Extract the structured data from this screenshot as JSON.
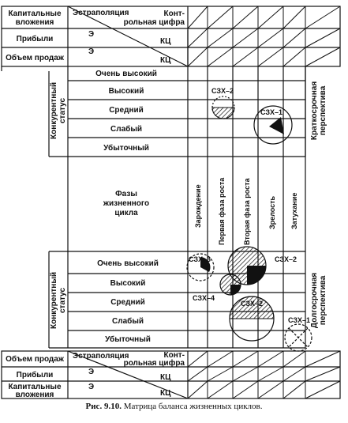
{
  "top_rows": {
    "capital": "Капитальные вложения",
    "profit": "Прибыли",
    "sales": "Объем продаж",
    "extrapolation": "Эстраполяция",
    "control_figure": "Конт- рольная цифра",
    "e_mark": "Э",
    "kc_mark": "КЦ"
  },
  "top_matrix": {
    "side_label": "Конкурентный статус",
    "rows": [
      "Очень высокий",
      "Высокий",
      "Средний",
      "Слабый",
      "Убыточный"
    ],
    "perspective": "Краткосрочная перспектива",
    "circle_labels": [
      "СЗХ–2",
      "СЗХ–1"
    ]
  },
  "phases": {
    "title": "Фазы жизненного цикла",
    "columns": [
      "Зарождение",
      "Первая фаза роста",
      "Вторая фаза роста",
      "Зрелость",
      "Затухание"
    ]
  },
  "bottom_matrix": {
    "side_label": "Конкурентный статус",
    "rows": [
      "Очень высокий",
      "Высокий",
      "Средний",
      "Слабый",
      "Убыточный"
    ],
    "perspective": "Долгосрочная перспектива",
    "circle_labels": [
      "СЗХ–3",
      "СЗХ–2",
      "СЗХ–4",
      "СЗХ–2",
      "СЗХ–1"
    ]
  },
  "bottom_rows": {
    "sales": "Объем продаж",
    "profit": "Прибыли",
    "capital": "Капитальные вложения",
    "extrapolation": "Эстраполяция",
    "control_figure": "Конт- рольная цифра",
    "e_mark": "Э",
    "kc_mark": "КЦ"
  },
  "caption": {
    "number": "Рис. 9.10.",
    "text": "Матрица баланса жизненных циклов."
  }
}
